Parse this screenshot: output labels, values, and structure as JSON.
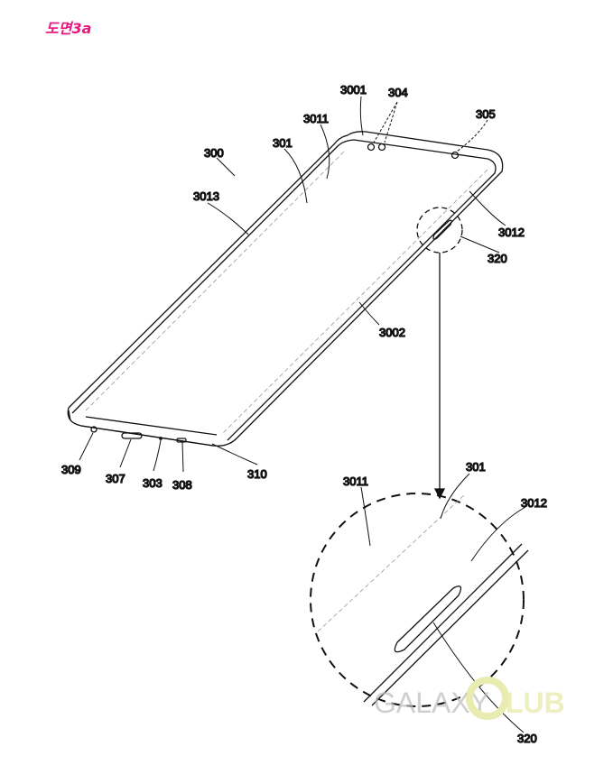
{
  "figure_title": "도면3a",
  "watermark": {
    "left": "GALAXY",
    "right": "LUB"
  },
  "labels": {
    "l3001": "3001",
    "l304": "304",
    "l305": "305",
    "l3011": "3011",
    "l301": "301",
    "l300": "300",
    "l3013": "3013",
    "l3012": "3012",
    "l320": "320",
    "l3002": "3002",
    "l309": "309",
    "l307": "307",
    "l303": "303",
    "l308": "308",
    "l310": "310",
    "d3011": "3011",
    "d301": "301",
    "d3012": "3012",
    "d320": "320"
  }
}
